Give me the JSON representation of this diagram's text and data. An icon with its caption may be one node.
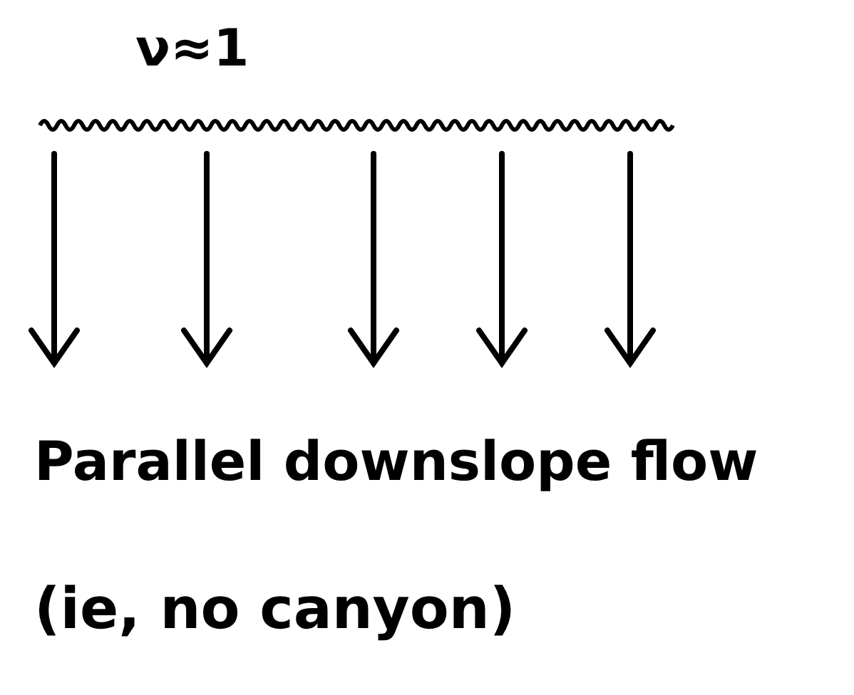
{
  "diagram": {
    "labels": [
      "ν≈1",
      "Parallel downslope flow",
      "(ie, no canyon)"
    ]
  }
}
